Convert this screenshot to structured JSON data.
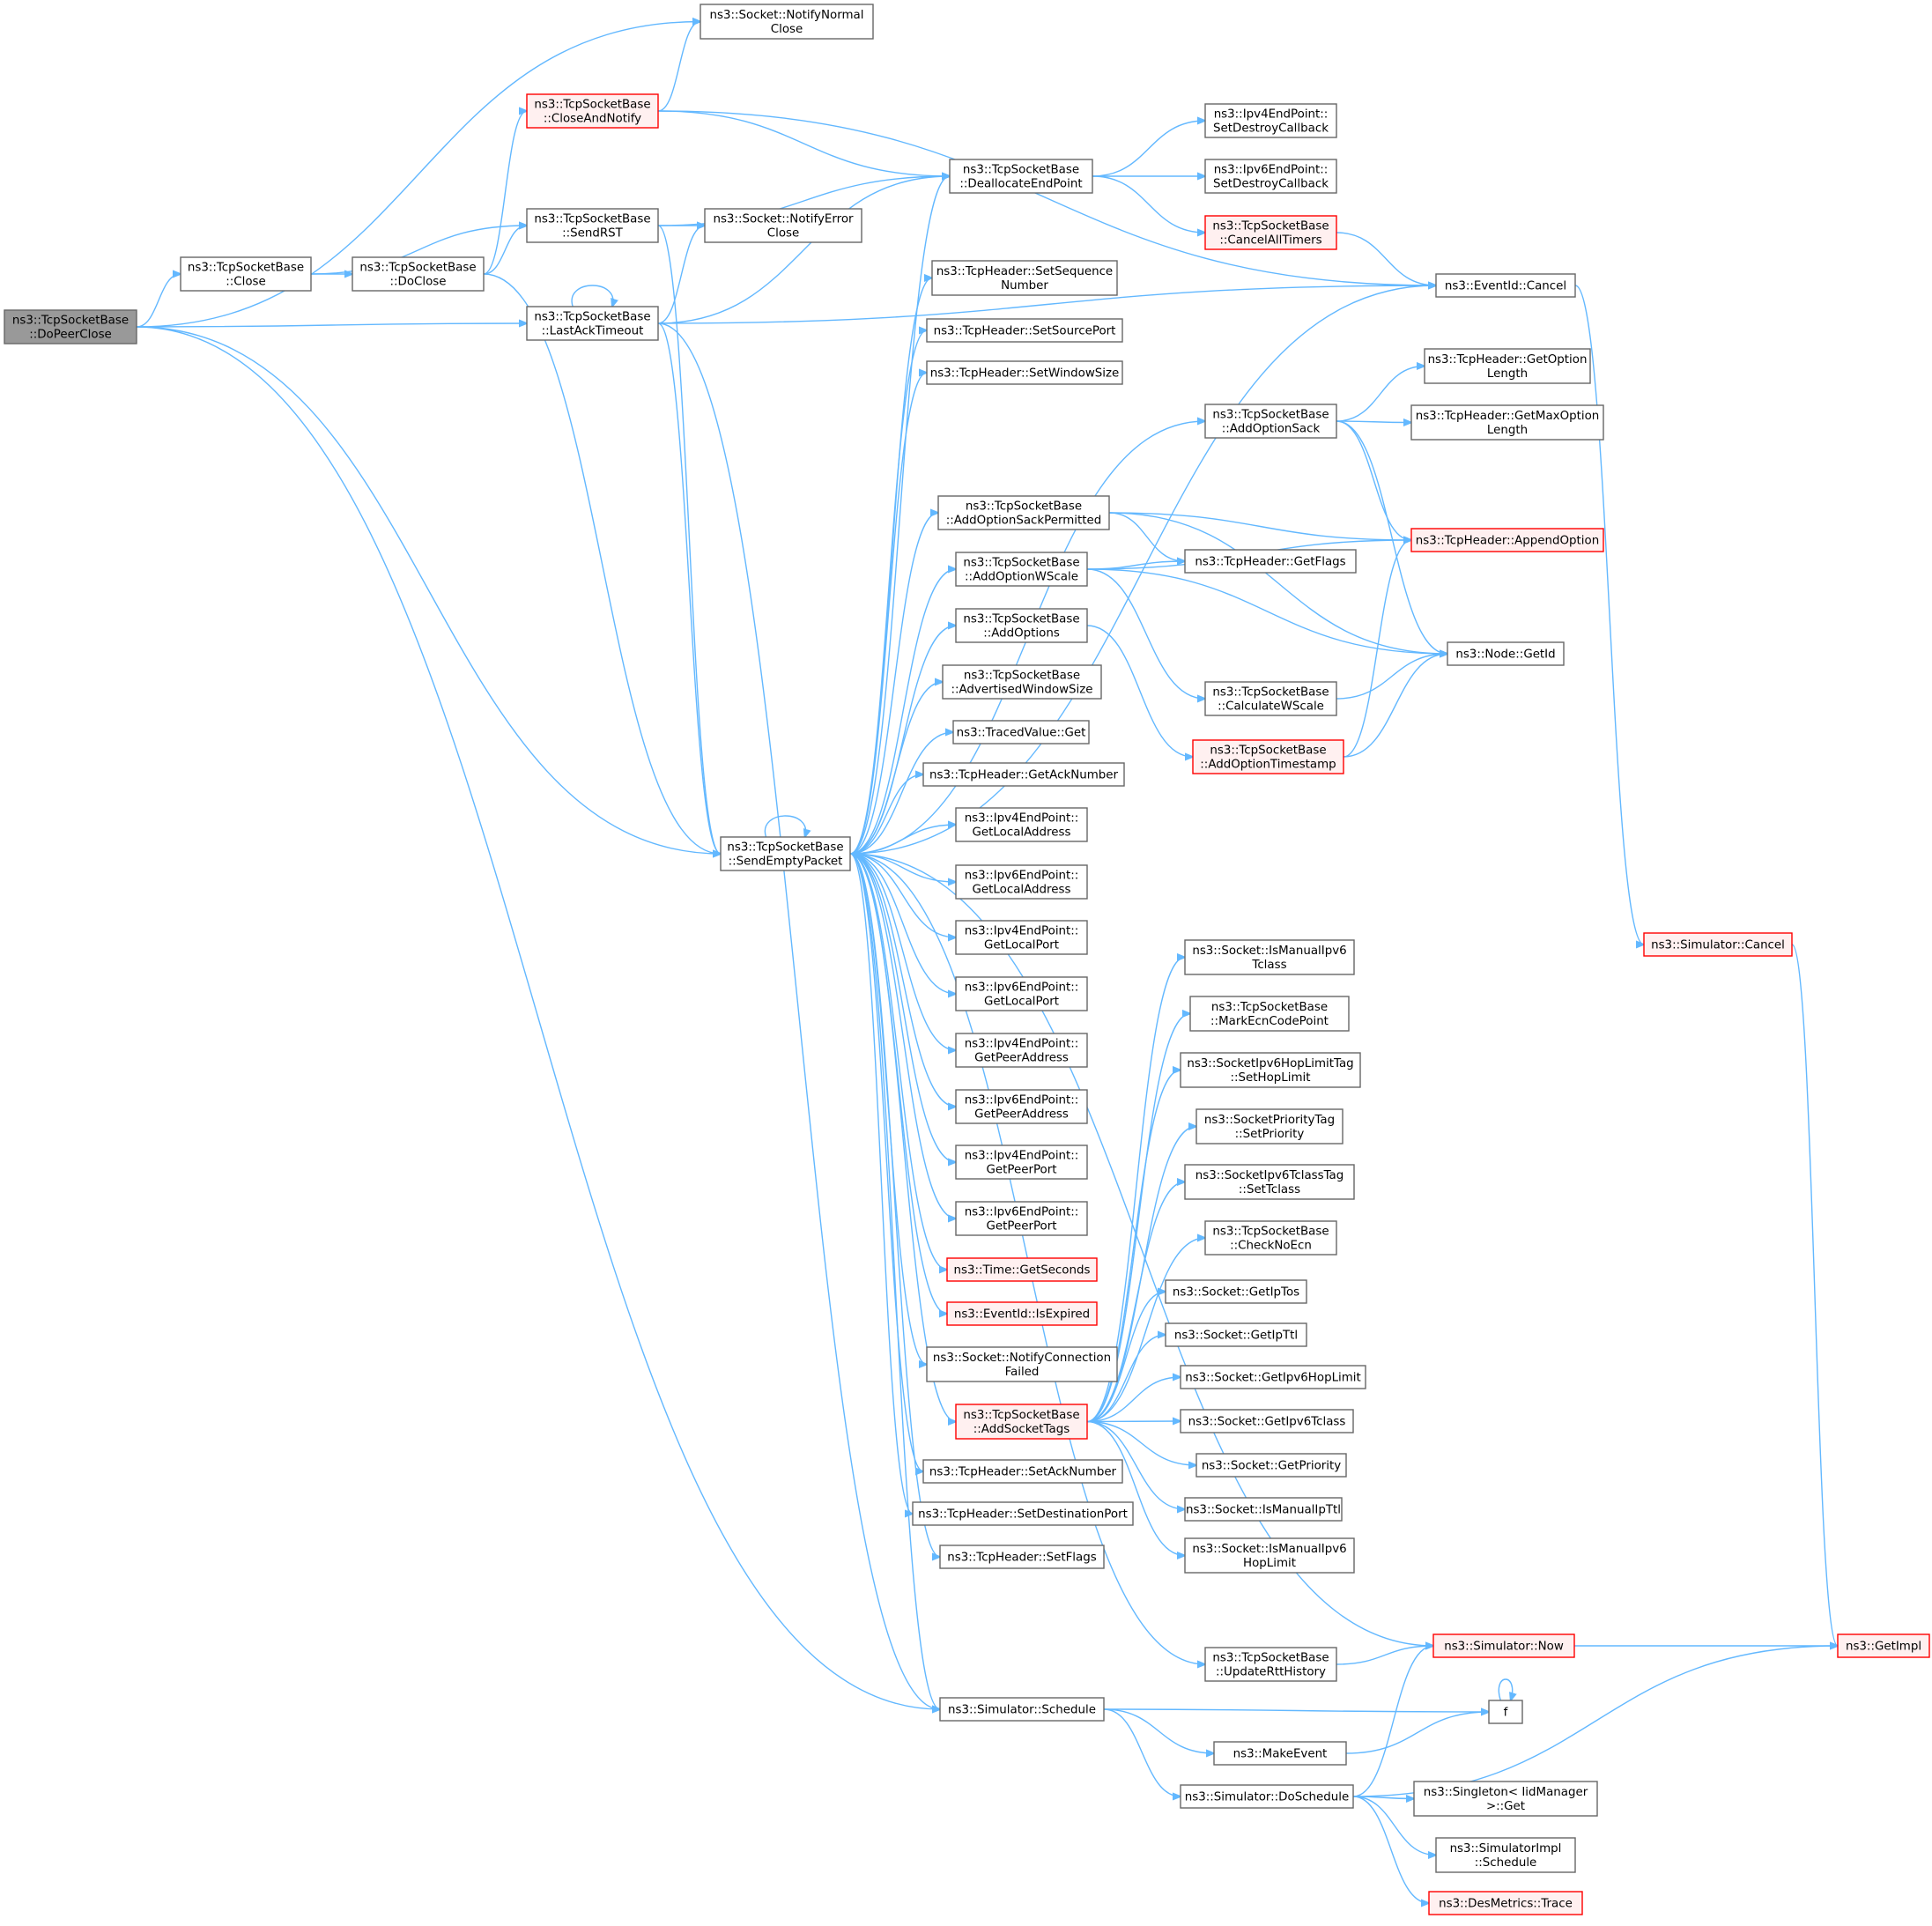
{
  "diagram": {
    "node_style": {
      "root_fill": "#999999",
      "root_stroke": "#666666",
      "normal_fill": "#ffffff",
      "normal_stroke": "#666666",
      "red_fill": "#fff0f0",
      "red_stroke": "#ff0000",
      "edge_color": "#63b8ff"
    },
    "nodes": [
      {
        "id": "doPeerClose",
        "lines": [
          "ns3::TcpSocketBase",
          "::DoPeerClose"
        ],
        "style": "root"
      },
      {
        "id": "notifyNormalClose",
        "lines": [
          "ns3::Socket::NotifyNormal",
          "Close"
        ],
        "style": "normal"
      },
      {
        "id": "closeAndNotify",
        "lines": [
          "ns3::TcpSocketBase",
          "::CloseAndNotify"
        ],
        "style": "red"
      },
      {
        "id": "close",
        "lines": [
          "ns3::TcpSocketBase",
          "::Close"
        ],
        "style": "normal"
      },
      {
        "id": "doClose",
        "lines": [
          "ns3::TcpSocketBase",
          "::DoClose"
        ],
        "style": "normal"
      },
      {
        "id": "sendRST",
        "lines": [
          "ns3::TcpSocketBase",
          "::SendRST"
        ],
        "style": "normal"
      },
      {
        "id": "notifyErrorClose",
        "lines": [
          "ns3::Socket::NotifyError",
          "Close"
        ],
        "style": "normal"
      },
      {
        "id": "lastAckTimeout",
        "lines": [
          "ns3::TcpSocketBase",
          "::LastAckTimeout"
        ],
        "style": "normal"
      },
      {
        "id": "deallocateEndPoint",
        "lines": [
          "ns3::TcpSocketBase",
          "::DeallocateEndPoint"
        ],
        "style": "normal"
      },
      {
        "id": "ipv4SetDestroy",
        "lines": [
          "ns3::Ipv4EndPoint::",
          "SetDestroyCallback"
        ],
        "style": "normal"
      },
      {
        "id": "ipv6SetDestroy",
        "lines": [
          "ns3::Ipv6EndPoint::",
          "SetDestroyCallback"
        ],
        "style": "normal"
      },
      {
        "id": "cancelAllTimers",
        "lines": [
          "ns3::TcpSocketBase",
          "::CancelAllTimers"
        ],
        "style": "red"
      },
      {
        "id": "eventIdCancel",
        "lines": [
          "ns3::EventId::Cancel"
        ],
        "style": "normal"
      },
      {
        "id": "setSequenceNumber",
        "lines": [
          "ns3::TcpHeader::SetSequence",
          "Number"
        ],
        "style": "normal"
      },
      {
        "id": "setSourcePort",
        "lines": [
          "ns3::TcpHeader::SetSourcePort"
        ],
        "style": "normal"
      },
      {
        "id": "setWindowSize",
        "lines": [
          "ns3::TcpHeader::SetWindowSize"
        ],
        "style": "normal"
      },
      {
        "id": "getOptionLength",
        "lines": [
          "ns3::TcpHeader::GetOption",
          "Length"
        ],
        "style": "normal"
      },
      {
        "id": "addOptionSack",
        "lines": [
          "ns3::TcpSocketBase",
          "::AddOptionSack"
        ],
        "style": "normal"
      },
      {
        "id": "getMaxOptionLength",
        "lines": [
          "ns3::TcpHeader::GetMaxOption",
          "Length"
        ],
        "style": "normal"
      },
      {
        "id": "addOptionSackPermitted",
        "lines": [
          "ns3::TcpSocketBase",
          "::AddOptionSackPermitted"
        ],
        "style": "normal"
      },
      {
        "id": "appendOption",
        "lines": [
          "ns3::TcpHeader::AppendOption"
        ],
        "style": "red"
      },
      {
        "id": "addOptionWScale",
        "lines": [
          "ns3::TcpSocketBase",
          "::AddOptionWScale"
        ],
        "style": "normal"
      },
      {
        "id": "getFlags",
        "lines": [
          "ns3::TcpHeader::GetFlags"
        ],
        "style": "normal"
      },
      {
        "id": "addOptions",
        "lines": [
          "ns3::TcpSocketBase",
          "::AddOptions"
        ],
        "style": "normal"
      },
      {
        "id": "nodeGetId",
        "lines": [
          "ns3::Node::GetId"
        ],
        "style": "normal"
      },
      {
        "id": "advertisedWindowSize",
        "lines": [
          "ns3::TcpSocketBase",
          "::AdvertisedWindowSize"
        ],
        "style": "normal"
      },
      {
        "id": "calculateWScale",
        "lines": [
          "ns3::TcpSocketBase",
          "::CalculateWScale"
        ],
        "style": "normal"
      },
      {
        "id": "tracedValueGet",
        "lines": [
          "ns3::TracedValue::Get"
        ],
        "style": "normal"
      },
      {
        "id": "addOptionTimestamp",
        "lines": [
          "ns3::TcpSocketBase",
          "::AddOptionTimestamp"
        ],
        "style": "red"
      },
      {
        "id": "getAckNumber",
        "lines": [
          "ns3::TcpHeader::GetAckNumber"
        ],
        "style": "normal"
      },
      {
        "id": "ipv4GetLocalAddress",
        "lines": [
          "ns3::Ipv4EndPoint::",
          "GetLocalAddress"
        ],
        "style": "normal"
      },
      {
        "id": "sendEmptyPacket",
        "lines": [
          "ns3::TcpSocketBase",
          "::SendEmptyPacket"
        ],
        "style": "normal"
      },
      {
        "id": "ipv6GetLocalAddress",
        "lines": [
          "ns3::Ipv6EndPoint::",
          "GetLocalAddress"
        ],
        "style": "normal"
      },
      {
        "id": "ipv4GetLocalPort",
        "lines": [
          "ns3::Ipv4EndPoint::",
          "GetLocalPort"
        ],
        "style": "normal"
      },
      {
        "id": "ipv6GetLocalPort",
        "lines": [
          "ns3::Ipv6EndPoint::",
          "GetLocalPort"
        ],
        "style": "normal"
      },
      {
        "id": "ipv4GetPeerAddress",
        "lines": [
          "ns3::Ipv4EndPoint::",
          "GetPeerAddress"
        ],
        "style": "normal"
      },
      {
        "id": "ipv6GetPeerAddress",
        "lines": [
          "ns3::Ipv6EndPoint::",
          "GetPeerAddress"
        ],
        "style": "normal"
      },
      {
        "id": "ipv4GetPeerPort",
        "lines": [
          "ns3::Ipv4EndPoint::",
          "GetPeerPort"
        ],
        "style": "normal"
      },
      {
        "id": "ipv6GetPeerPort",
        "lines": [
          "ns3::Ipv6EndPoint::",
          "GetPeerPort"
        ],
        "style": "normal"
      },
      {
        "id": "timeGetSeconds",
        "lines": [
          "ns3::Time::GetSeconds"
        ],
        "style": "red"
      },
      {
        "id": "eventIdIsExpired",
        "lines": [
          "ns3::EventId::IsExpired"
        ],
        "style": "red"
      },
      {
        "id": "notifyConnectionFailed",
        "lines": [
          "ns3::Socket::NotifyConnection",
          "Failed"
        ],
        "style": "normal"
      },
      {
        "id": "addSocketTags",
        "lines": [
          "ns3::TcpSocketBase",
          "::AddSocketTags"
        ],
        "style": "red"
      },
      {
        "id": "setAckNumber",
        "lines": [
          "ns3::TcpHeader::SetAckNumber"
        ],
        "style": "normal"
      },
      {
        "id": "setDestinationPort",
        "lines": [
          "ns3::TcpHeader::SetDestinationPort"
        ],
        "style": "normal"
      },
      {
        "id": "setFlags",
        "lines": [
          "ns3::TcpHeader::SetFlags"
        ],
        "style": "normal"
      },
      {
        "id": "isManualIpv6Tclass",
        "lines": [
          "ns3::Socket::IsManualIpv6",
          "Tclass"
        ],
        "style": "normal"
      },
      {
        "id": "markEcnCodePoint",
        "lines": [
          "ns3::TcpSocketBase",
          "::MarkEcnCodePoint"
        ],
        "style": "normal"
      },
      {
        "id": "setHopLimit",
        "lines": [
          "ns3::SocketIpv6HopLimitTag",
          "::SetHopLimit"
        ],
        "style": "normal"
      },
      {
        "id": "setPriority",
        "lines": [
          "ns3::SocketPriorityTag",
          "::SetPriority"
        ],
        "style": "normal"
      },
      {
        "id": "setTclass",
        "lines": [
          "ns3::SocketIpv6TclassTag",
          "::SetTclass"
        ],
        "style": "normal"
      },
      {
        "id": "checkNoEcn",
        "lines": [
          "ns3::TcpSocketBase",
          "::CheckNoEcn"
        ],
        "style": "normal"
      },
      {
        "id": "getIpTos",
        "lines": [
          "ns3::Socket::GetIpTos"
        ],
        "style": "normal"
      },
      {
        "id": "getIpTtl",
        "lines": [
          "ns3::Socket::GetIpTtl"
        ],
        "style": "normal"
      },
      {
        "id": "getIpv6HopLimit",
        "lines": [
          "ns3::Socket::GetIpv6HopLimit"
        ],
        "style": "normal"
      },
      {
        "id": "getIpv6Tclass",
        "lines": [
          "ns3::Socket::GetIpv6Tclass"
        ],
        "style": "normal"
      },
      {
        "id": "getPriority",
        "lines": [
          "ns3::Socket::GetPriority"
        ],
        "style": "normal"
      },
      {
        "id": "isManualIpTtl",
        "lines": [
          "ns3::Socket::IsManualIpTtl"
        ],
        "style": "normal"
      },
      {
        "id": "isManualIpv6HopLimit",
        "lines": [
          "ns3::Socket::IsManualIpv6",
          "HopLimit"
        ],
        "style": "normal"
      },
      {
        "id": "simulatorCancel",
        "lines": [
          "ns3::Simulator::Cancel"
        ],
        "style": "red"
      },
      {
        "id": "simulatorNow",
        "lines": [
          "ns3::Simulator::Now"
        ],
        "style": "red"
      },
      {
        "id": "getImpl",
        "lines": [
          "ns3::GetImpl"
        ],
        "style": "red"
      },
      {
        "id": "updateRttHistory",
        "lines": [
          "ns3::TcpSocketBase",
          "::UpdateRttHistory"
        ],
        "style": "normal"
      },
      {
        "id": "simulatorSchedule",
        "lines": [
          "ns3::Simulator::Schedule"
        ],
        "style": "normal"
      },
      {
        "id": "f",
        "lines": [
          "f"
        ],
        "style": "normal"
      },
      {
        "id": "makeEvent",
        "lines": [
          "ns3::MakeEvent"
        ],
        "style": "normal"
      },
      {
        "id": "doSchedule",
        "lines": [
          "ns3::Simulator::DoSchedule"
        ],
        "style": "normal"
      },
      {
        "id": "singletonGet",
        "lines": [
          "ns3::Singleton< IidManager",
          ">::Get"
        ],
        "style": "normal"
      },
      {
        "id": "simImplSchedule",
        "lines": [
          "ns3::SimulatorImpl",
          "::Schedule"
        ],
        "style": "normal"
      },
      {
        "id": "desMetricsTrace",
        "lines": [
          "ns3::DesMetrics::Trace"
        ],
        "style": "red"
      }
    ],
    "edges": [
      [
        "doPeerClose",
        "notifyNormalClose"
      ],
      [
        "doPeerClose",
        "close"
      ],
      [
        "doPeerClose",
        "lastAckTimeout"
      ],
      [
        "doPeerClose",
        "sendEmptyPacket"
      ],
      [
        "doPeerClose",
        "simulatorSchedule"
      ],
      [
        "close",
        "doClose"
      ],
      [
        "close",
        "sendRST"
      ],
      [
        "doClose",
        "closeAndNotify"
      ],
      [
        "doClose",
        "sendRST"
      ],
      [
        "doClose",
        "sendEmptyPacket"
      ],
      [
        "closeAndNotify",
        "notifyNormalClose"
      ],
      [
        "closeAndNotify",
        "eventIdCancel"
      ],
      [
        "closeAndNotify",
        "deallocateEndPoint"
      ],
      [
        "sendRST",
        "notifyErrorClose"
      ],
      [
        "sendRST",
        "deallocateEndPoint"
      ],
      [
        "sendRST",
        "sendEmptyPacket"
      ],
      [
        "lastAckTimeout",
        "lastAckTimeout"
      ],
      [
        "lastAckTimeout",
        "notifyErrorClose"
      ],
      [
        "lastAckTimeout",
        "deallocateEndPoint"
      ],
      [
        "lastAckTimeout",
        "eventIdCancel"
      ],
      [
        "lastAckTimeout",
        "sendEmptyPacket"
      ],
      [
        "lastAckTimeout",
        "simulatorSchedule"
      ],
      [
        "deallocateEndPoint",
        "ipv4SetDestroy"
      ],
      [
        "deallocateEndPoint",
        "ipv6SetDestroy"
      ],
      [
        "deallocateEndPoint",
        "cancelAllTimers"
      ],
      [
        "cancelAllTimers",
        "eventIdCancel"
      ],
      [
        "eventIdCancel",
        "simulatorCancel"
      ],
      [
        "simulatorCancel",
        "getImpl"
      ],
      [
        "sendEmptyPacket",
        "sendEmptyPacket"
      ],
      [
        "sendEmptyPacket",
        "deallocateEndPoint"
      ],
      [
        "sendEmptyPacket",
        "setSequenceNumber"
      ],
      [
        "sendEmptyPacket",
        "setSourcePort"
      ],
      [
        "sendEmptyPacket",
        "setWindowSize"
      ],
      [
        "sendEmptyPacket",
        "eventIdCancel"
      ],
      [
        "sendEmptyPacket",
        "addOptionSack"
      ],
      [
        "sendEmptyPacket",
        "addOptionSackPermitted"
      ],
      [
        "sendEmptyPacket",
        "addOptionWScale"
      ],
      [
        "sendEmptyPacket",
        "addOptions"
      ],
      [
        "sendEmptyPacket",
        "advertisedWindowSize"
      ],
      [
        "sendEmptyPacket",
        "tracedValueGet"
      ],
      [
        "sendEmptyPacket",
        "getAckNumber"
      ],
      [
        "sendEmptyPacket",
        "ipv4GetLocalAddress"
      ],
      [
        "sendEmptyPacket",
        "ipv6GetLocalAddress"
      ],
      [
        "sendEmptyPacket",
        "ipv4GetLocalPort"
      ],
      [
        "sendEmptyPacket",
        "ipv6GetLocalPort"
      ],
      [
        "sendEmptyPacket",
        "ipv4GetPeerAddress"
      ],
      [
        "sendEmptyPacket",
        "ipv6GetPeerAddress"
      ],
      [
        "sendEmptyPacket",
        "ipv4GetPeerPort"
      ],
      [
        "sendEmptyPacket",
        "ipv6GetPeerPort"
      ],
      [
        "sendEmptyPacket",
        "timeGetSeconds"
      ],
      [
        "sendEmptyPacket",
        "eventIdIsExpired"
      ],
      [
        "sendEmptyPacket",
        "notifyConnectionFailed"
      ],
      [
        "sendEmptyPacket",
        "addSocketTags"
      ],
      [
        "sendEmptyPacket",
        "setAckNumber"
      ],
      [
        "sendEmptyPacket",
        "setDestinationPort"
      ],
      [
        "sendEmptyPacket",
        "setFlags"
      ],
      [
        "sendEmptyPacket",
        "simulatorNow"
      ],
      [
        "sendEmptyPacket",
        "updateRttHistory"
      ],
      [
        "sendEmptyPacket",
        "simulatorSchedule"
      ],
      [
        "addOptionSack",
        "getOptionLength"
      ],
      [
        "addOptionSack",
        "getMaxOptionLength"
      ],
      [
        "addOptionSack",
        "appendOption"
      ],
      [
        "addOptionSack",
        "nodeGetId"
      ],
      [
        "addOptionSackPermitted",
        "appendOption"
      ],
      [
        "addOptionSackPermitted",
        "getFlags"
      ],
      [
        "addOptionSackPermitted",
        "nodeGetId"
      ],
      [
        "addOptionWScale",
        "getFlags"
      ],
      [
        "addOptionWScale",
        "appendOption"
      ],
      [
        "addOptionWScale",
        "nodeGetId"
      ],
      [
        "addOptionWScale",
        "calculateWScale"
      ],
      [
        "addOptions",
        "addOptionTimestamp"
      ],
      [
        "calculateWScale",
        "nodeGetId"
      ],
      [
        "addOptionTimestamp",
        "appendOption"
      ],
      [
        "addOptionTimestamp",
        "nodeGetId"
      ],
      [
        "addSocketTags",
        "isManualIpv6Tclass"
      ],
      [
        "addSocketTags",
        "markEcnCodePoint"
      ],
      [
        "addSocketTags",
        "setHopLimit"
      ],
      [
        "addSocketTags",
        "setPriority"
      ],
      [
        "addSocketTags",
        "setTclass"
      ],
      [
        "addSocketTags",
        "checkNoEcn"
      ],
      [
        "addSocketTags",
        "getIpTos"
      ],
      [
        "addSocketTags",
        "getIpTtl"
      ],
      [
        "addSocketTags",
        "getIpv6HopLimit"
      ],
      [
        "addSocketTags",
        "getIpv6Tclass"
      ],
      [
        "addSocketTags",
        "getPriority"
      ],
      [
        "addSocketTags",
        "isManualIpTtl"
      ],
      [
        "addSocketTags",
        "isManualIpv6HopLimit"
      ],
      [
        "simulatorNow",
        "getImpl"
      ],
      [
        "updateRttHistory",
        "simulatorNow"
      ],
      [
        "simulatorSchedule",
        "f"
      ],
      [
        "simulatorSchedule",
        "makeEvent"
      ],
      [
        "simulatorSchedule",
        "doSchedule"
      ],
      [
        "makeEvent",
        "f"
      ],
      [
        "f",
        "f"
      ],
      [
        "doSchedule",
        "simulatorNow"
      ],
      [
        "doSchedule",
        "getImpl"
      ],
      [
        "doSchedule",
        "singletonGet"
      ],
      [
        "doSchedule",
        "simImplSchedule"
      ],
      [
        "doSchedule",
        "desMetricsTrace"
      ]
    ]
  }
}
